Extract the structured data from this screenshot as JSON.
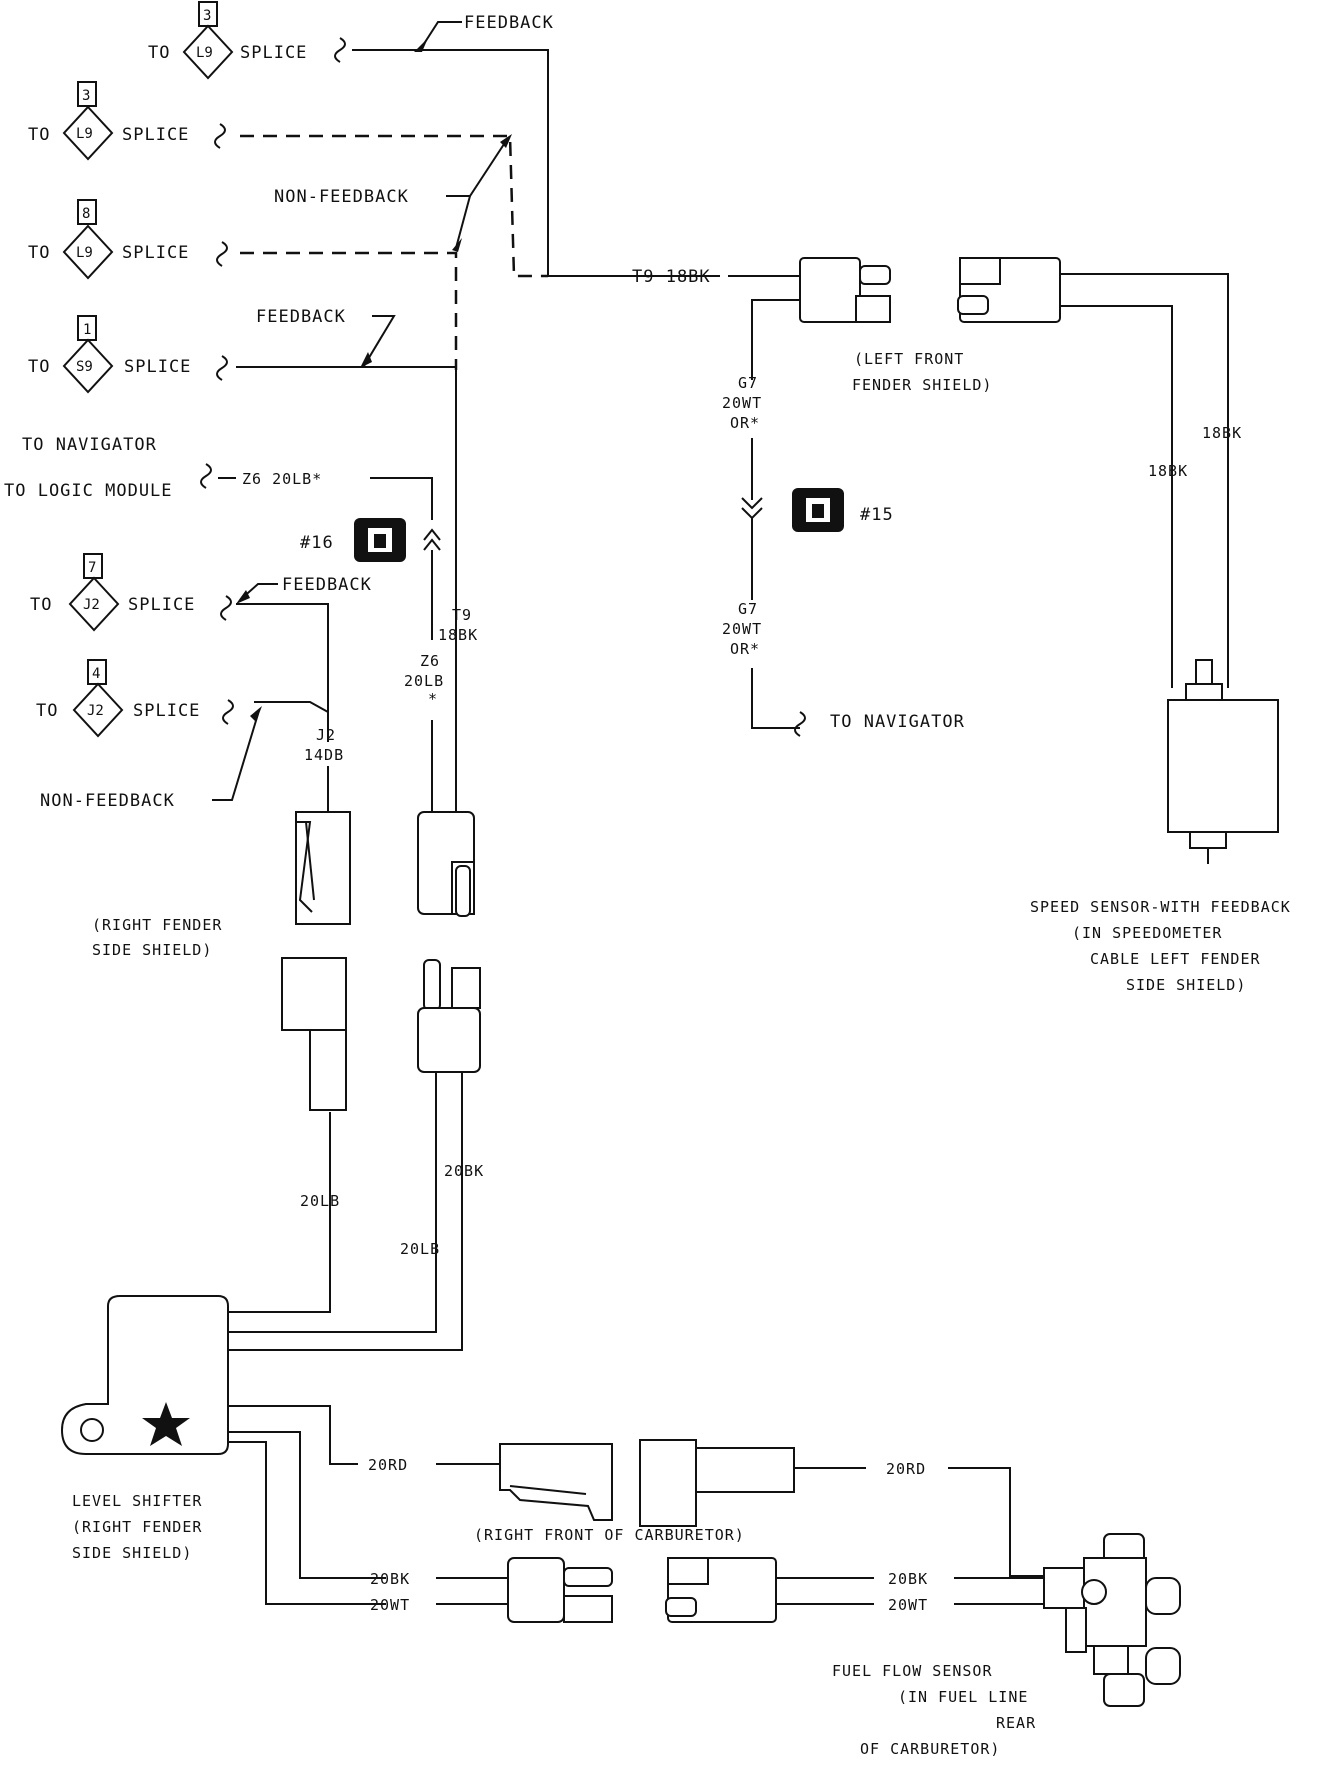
{
  "labels": {
    "to": "TO",
    "splice": "SPLICE",
    "feedback": "FEEDBACK",
    "non_feedback": "NON-FEEDBACK",
    "to_navigator": "TO NAVIGATOR",
    "to_logic_module": "TO LOGIC MODULE",
    "z6_wire": "Z6 20LB*",
    "t9_wire": "T9 18BK"
  },
  "splices": [
    {
      "num": "3",
      "code": "L9"
    },
    {
      "num": "3",
      "code": "L9"
    },
    {
      "num": "8",
      "code": "L9"
    },
    {
      "num": "1",
      "code": "S9"
    },
    {
      "num": "7",
      "code": "J2"
    },
    {
      "num": "4",
      "code": "J2"
    }
  ],
  "connectors": {
    "c16": "#16",
    "c15": "#15"
  },
  "wires": {
    "g7_a": [
      "G7",
      "20WT",
      "OR*"
    ],
    "g7_b": [
      "G7",
      "20WT",
      "OR*"
    ],
    "t9_vertical": [
      "T9",
      "18BK"
    ],
    "z6_vertical": [
      "Z6",
      "20LB",
      "*"
    ],
    "j2": [
      "J2",
      "14DB"
    ],
    "sensor_18bk_a": "18BK",
    "sensor_18bk_b": "18BK",
    "w20bk": "20BK",
    "w20lb_a": "20LB",
    "w20lb_b": "20LB",
    "w20rd_left": "20RD",
    "w20rd_right": "20RD",
    "w20bk_left": "20BK",
    "w20wt_left": "20WT",
    "w20bk_right": "20BK",
    "w20wt_right": "20WT"
  },
  "captions": {
    "left_front_fender": [
      "(LEFT FRONT",
      "FENDER SHIELD)"
    ],
    "right_fender_side": [
      "(RIGHT FENDER",
      "SIDE SHIELD)"
    ],
    "speed_sensor": [
      "SPEED SENSOR-WITH FEEDBACK",
      "(IN SPEEDOMETER",
      "CABLE LEFT FENDER",
      "SIDE SHIELD)"
    ],
    "level_shifter": [
      "LEVEL SHIFTER",
      "(RIGHT FENDER",
      "SIDE SHIELD)"
    ],
    "right_front_carb": "(RIGHT FRONT OF CARBURETOR)",
    "fuel_flow_sensor": [
      "FUEL FLOW SENSOR",
      "(IN FUEL LINE",
      "REAR",
      "OF CARBURETOR)"
    ]
  }
}
